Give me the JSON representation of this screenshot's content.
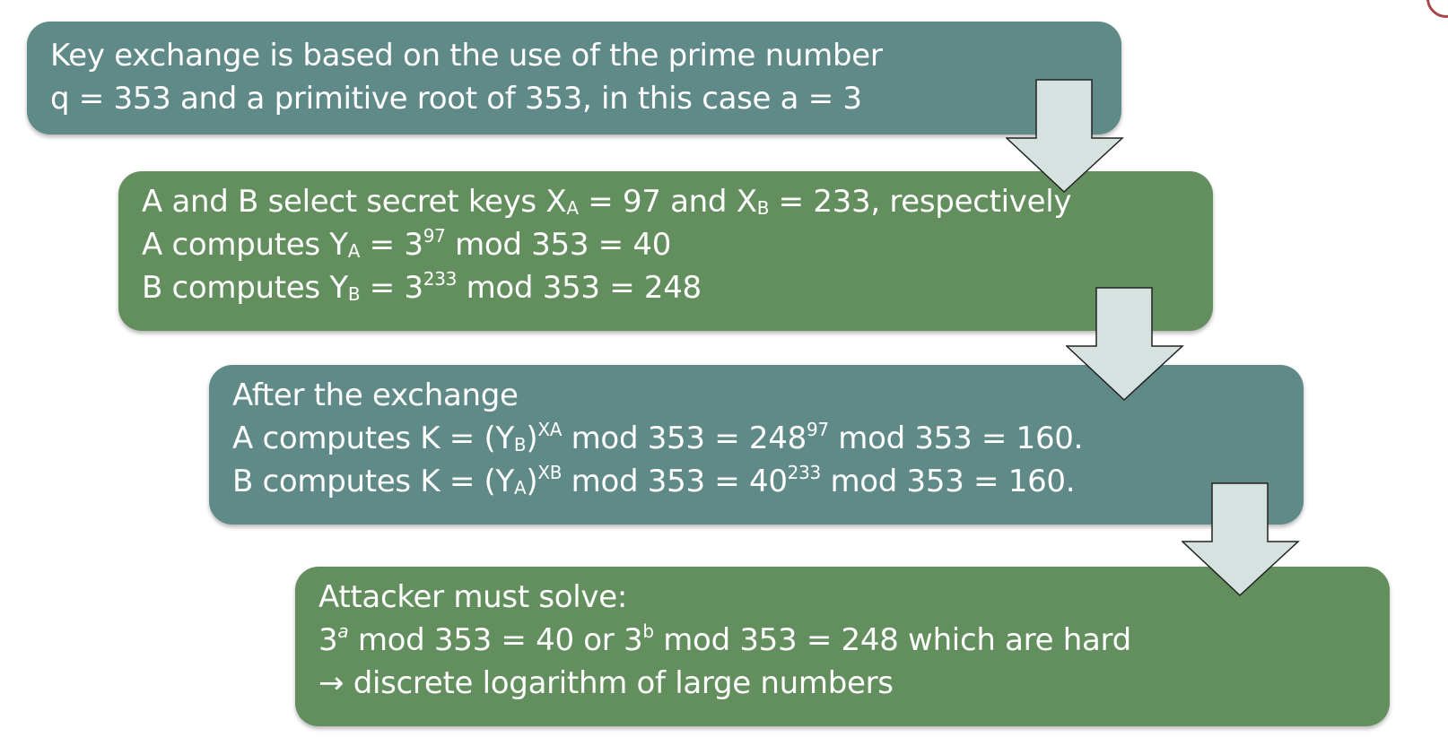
{
  "header": {
    "title_fragment": ""
  },
  "colors": {
    "teal_box": "#5f8a88",
    "green_box": "#638f5e",
    "arrow_fill": "#d5e2e0",
    "arrow_stroke": "#222222",
    "logo_accent": "#a8454d"
  },
  "steps": [
    {
      "line1": "Key exchange is based on the use of the prime number",
      "line2": "q = 353 and a primitive root of 353, in this case a = 3"
    },
    {
      "line1_a": "A and B select secret keys X",
      "line1_sub_a": "A",
      "line1_b": " = 97 and X",
      "line1_sub_b": "B",
      "line1_c": " = 233, respectively",
      "line2_a": "A computes Y",
      "line2_sub": "A",
      "line2_b": " = 3",
      "line2_sup": "97",
      "line2_c": " mod 353 = 40",
      "line3_a": "B computes Y",
      "line3_sub": "B",
      "line3_b": " = 3",
      "line3_sup": "233",
      "line3_c": " mod 353 = 248"
    },
    {
      "line1": "After the exchange",
      "line2_a": "A computes K = (Y",
      "line2_sub": "B",
      "line2_b": ")",
      "line2_sup1": "XA",
      "line2_c": " mod 353 = 248",
      "line2_sup2": "97",
      "line2_d": " mod 353 = 160.",
      "line3_a": "B computes K = (Y",
      "line3_sub": "A",
      "line3_b": ")",
      "line3_sup1": "XB",
      "line3_c": " mod 353 = 40",
      "line3_sup2": "233",
      "line3_d": " mod 353 = 160."
    },
    {
      "line1": "Attacker must solve:",
      "line2_a": "3",
      "line2_sup1": "a",
      "line2_b": " mod 353 = 40 or  3",
      "line2_sup2": "b",
      "line2_c": " mod 353 = 248 which are hard",
      "line3": " → discrete logarithm of large numbers"
    }
  ]
}
